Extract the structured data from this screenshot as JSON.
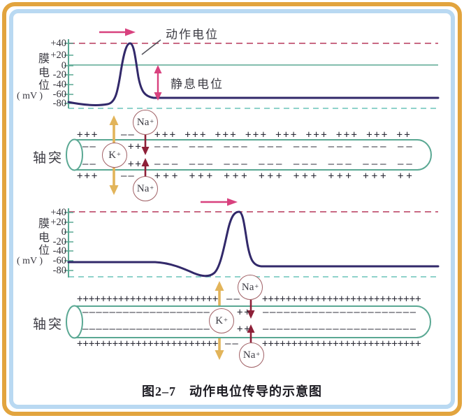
{
  "figure": {
    "caption": "图2–7　动作电位传导的示意图"
  },
  "colors": {
    "frame_outer": "#E2A43E",
    "frame_inner": "#B9D9F2",
    "curve": "#32296A",
    "pink_dashed": "#C96A84",
    "teal_line": "#5AA893",
    "teal_dashed": "#8FD2CB",
    "pink_arrow": "#D8417E",
    "orange_arrow": "#E2B45A",
    "red_arrow": "#8E2038",
    "ion_circle_border": "#A06065"
  },
  "axis": {
    "label_chars": [
      "膜",
      "电",
      "位"
    ],
    "unit": "( mV )",
    "ticks": [
      "+40",
      "+20",
      "0",
      "-20",
      "-40",
      "-60",
      "-80"
    ]
  },
  "panel1": {
    "action_potential_label": "动作电位",
    "resting_potential_label": "静息电位",
    "axon_label": "轴突",
    "ions": {
      "k": {
        "base": "K",
        "sup": "+"
      },
      "na_top": {
        "base": "Na",
        "sup": "+"
      },
      "na_bottom": {
        "base": "Na",
        "sup": "+"
      }
    },
    "charges": {
      "top_outside": [
        "+++",
        "––",
        "+++ +++ +++ +++ +++ +++ +++ +++ ++"
      ],
      "top_inside": [
        "––",
        "++",
        "––– ––– ––– ––– ––– ––– ––– ––"
      ],
      "bottom_inside": [
        "––",
        "++",
        "––– ––– ––– ––– ––– ––– ––– ––"
      ],
      "bottom_outside": [
        "+++",
        "––",
        "+++ +++ +++ +++ +++ +++ +++ ++"
      ]
    }
  },
  "panel2": {
    "axon_label": "轴突",
    "ions": {
      "k": {
        "base": "K",
        "sup": "+"
      },
      "na_top": {
        "base": "Na",
        "sup": "+"
      },
      "na_bottom": {
        "base": "Na",
        "sup": "+"
      }
    },
    "charges": {
      "left": {
        "top_outside": "++++++++++++++++++++++++",
        "top_inside": "–––––––––––––––––––",
        "bottom_inside": "–––––––––––––––––––",
        "bottom_outside": "++++++++++++++++++++++++"
      },
      "middle": {
        "top_outside": "––",
        "top_inside": "++",
        "bottom_inside": "++",
        "bottom_outside": "––"
      },
      "right": {
        "top_outside": "+++++++++++++++++++++++++++",
        "top_inside": "––––––––––––––––––––––",
        "bottom_inside": "––––––––––––––––––––––",
        "bottom_outside": "+++++++++++++++++++++++++++"
      }
    }
  },
  "chart_data": [
    {
      "type": "line",
      "title": "动作电位 (panel 1: spike near left, conducting rightward)",
      "xlabel": "",
      "ylabel": "膜电位 (mV)",
      "ylim": [
        -90,
        40
      ],
      "yticks": [
        40,
        20,
        0,
        -20,
        -40,
        -60,
        -80
      ],
      "series": [
        {
          "name": "膜电位",
          "points_x_pct_y_mV": [
            [
              0,
              -75
            ],
            [
              9,
              -83
            ],
            [
              12,
              -40
            ],
            [
              14,
              20
            ],
            [
              16.5,
              40
            ],
            [
              19,
              -10
            ],
            [
              21,
              -55
            ],
            [
              23,
              -64
            ],
            [
              100,
              -64
            ]
          ]
        }
      ],
      "reference_lines": [
        {
          "y": 40,
          "style": "pink dashed"
        },
        {
          "y": 0,
          "style": "teal solid"
        },
        {
          "y": -88,
          "style": "teal dashed"
        }
      ],
      "annotations": [
        "动作电位 (points to falling phase)",
        "静息电位 (double arrow from 0 line to resting level)",
        "rightward pink conduction arrow"
      ]
    },
    {
      "type": "line",
      "title": "动作电位 (panel 2: spike moved right, conducting rightward)",
      "xlabel": "",
      "ylabel": "膜电位 (mV)",
      "ylim": [
        -90,
        40
      ],
      "yticks": [
        40,
        20,
        0,
        -20,
        -40,
        -60,
        -80
      ],
      "series": [
        {
          "name": "膜电位",
          "points_x_pct_y_mV": [
            [
              0,
              -60
            ],
            [
              23,
              -60
            ],
            [
              34,
              -84
            ],
            [
              40,
              -60
            ],
            [
              44,
              20
            ],
            [
              46,
              40
            ],
            [
              49,
              -30
            ],
            [
              52,
              -70
            ],
            [
              100,
              -70
            ]
          ]
        }
      ],
      "reference_lines": [
        {
          "y": 40,
          "style": "pink dashed"
        },
        {
          "y": -88,
          "style": "teal dashed"
        }
      ],
      "annotations": [
        "rightward pink conduction arrow"
      ]
    }
  ]
}
